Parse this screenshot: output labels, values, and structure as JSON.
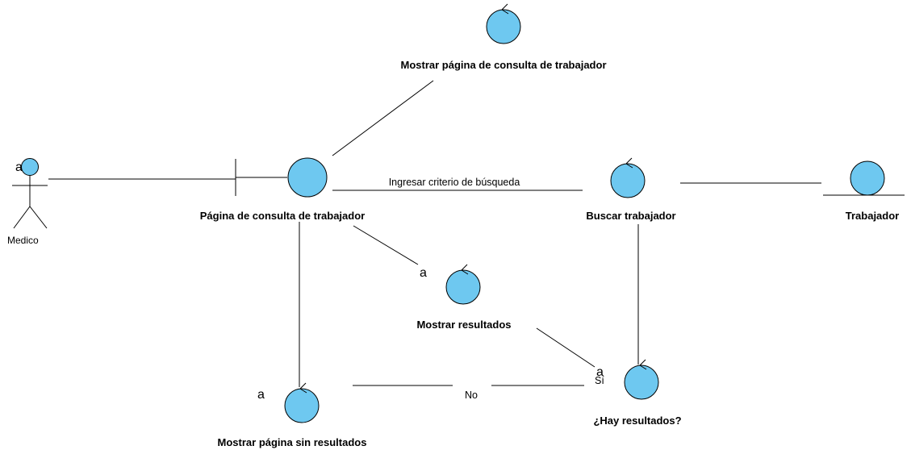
{
  "colors": {
    "fill": "#6ec8f0",
    "stroke": "#000000"
  },
  "actor": {
    "name": "Medico",
    "multiplicity": "a",
    "icon": "stick-figure-actor-icon"
  },
  "nodes": {
    "boundary_page": {
      "label": "Página de consulta de trabajador",
      "kind": "boundary",
      "icon": "boundary-icon"
    },
    "control_show_page": {
      "label": "Mostrar página de consulta de trabajador",
      "kind": "control",
      "icon": "control-icon"
    },
    "control_search": {
      "label": "Buscar trabajador",
      "kind": "control",
      "icon": "control-icon"
    },
    "entity_worker": {
      "label": "Trabajador",
      "kind": "entity",
      "icon": "entity-icon"
    },
    "control_show_results": {
      "label": "Mostrar resultados",
      "kind": "control",
      "icon": "control-icon"
    },
    "control_has_results": {
      "label": "¿Hay resultados?",
      "kind": "control",
      "icon": "control-icon"
    },
    "control_no_results": {
      "label": "Mostrar página sin resultados",
      "kind": "control",
      "icon": "control-icon"
    }
  },
  "edges": {
    "search_criteria": "Ingresar criterio de búsqueda",
    "no": "No",
    "yes": "Sí",
    "mult_show_results": "a",
    "mult_has_results": "a",
    "mult_no_results": "a"
  }
}
